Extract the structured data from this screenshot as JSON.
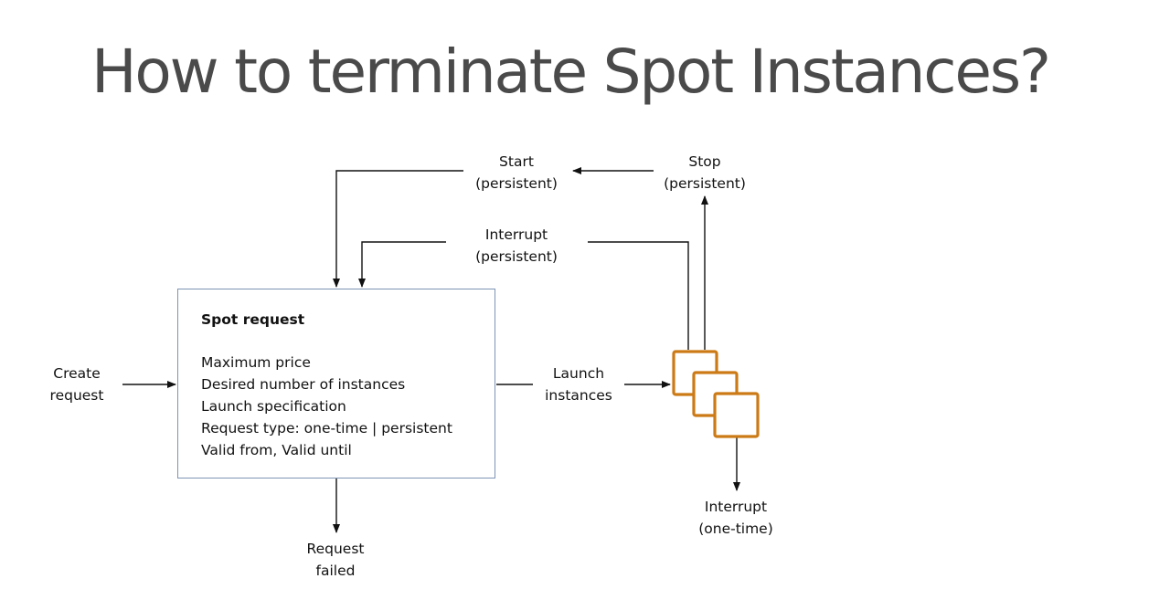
{
  "title": "How to terminate Spot Instances?",
  "colors": {
    "text": "#111111",
    "title": "#4a4a4a",
    "box_border": "#7d93b3",
    "instance_icon": "#cc7a15",
    "arrow": "#111111"
  },
  "spot_request": {
    "title": "Spot request",
    "fields": [
      "Maximum price",
      "Desired number of instances",
      "Launch specification",
      "Request type: one-time | persistent",
      "Valid from, Valid until"
    ]
  },
  "labels": {
    "create_request": [
      "Create",
      "request"
    ],
    "launch_instances": [
      "Launch",
      "instances"
    ],
    "request_failed": [
      "Request",
      "failed"
    ],
    "start": [
      "Start",
      "(persistent)"
    ],
    "stop": [
      "Stop",
      "(persistent)"
    ],
    "interrupt_persistent": [
      "Interrupt",
      "(persistent)"
    ],
    "interrupt_one_time": [
      "Interrupt",
      "(one-time)"
    ]
  },
  "icons": {
    "instances": "ec2-instances-stack-icon"
  }
}
